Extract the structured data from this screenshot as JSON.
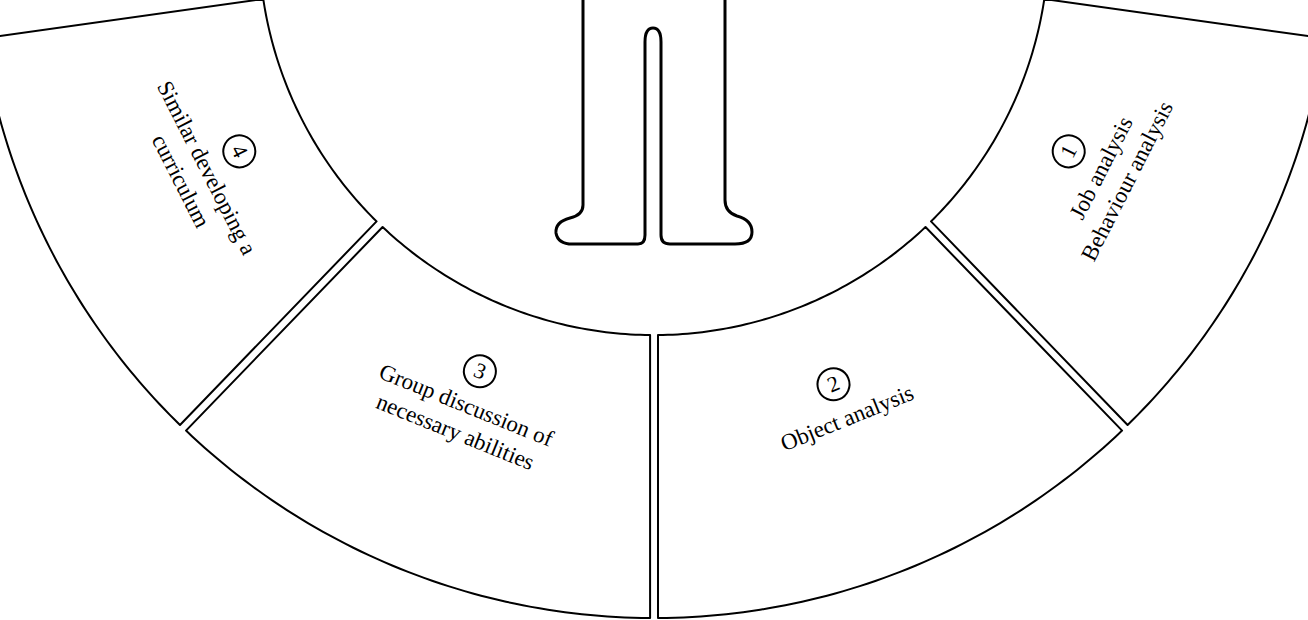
{
  "diagram": {
    "nodes": [
      {
        "text": [
          "1",
          "Job analysis Behaviour analysis"
        ]
      },
      {
        "text": [
          "2",
          "Object analysis"
        ]
      },
      {
        "text": [
          "3",
          "Group discussion of necessary abilities"
        ]
      },
      {
        "text": [
          "4",
          "Similar developing a curriculum"
        ]
      }
    ]
  }
}
